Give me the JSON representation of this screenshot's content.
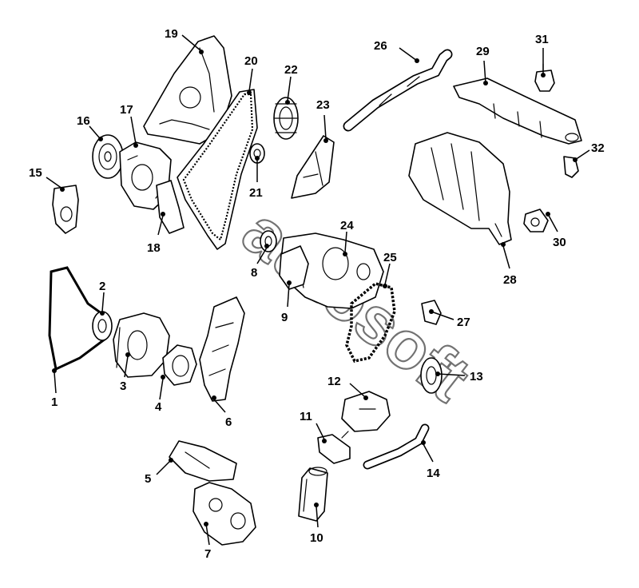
{
  "diagram": {
    "watermark": "autosoft",
    "callouts": [
      {
        "id": "1",
        "label": "1"
      },
      {
        "id": "2",
        "label": "2"
      },
      {
        "id": "3",
        "label": "3"
      },
      {
        "id": "4",
        "label": "4"
      },
      {
        "id": "5",
        "label": "5"
      },
      {
        "id": "6",
        "label": "6"
      },
      {
        "id": "7",
        "label": "7"
      },
      {
        "id": "8",
        "label": "8"
      },
      {
        "id": "9",
        "label": "9"
      },
      {
        "id": "10",
        "label": "10"
      },
      {
        "id": "11",
        "label": "11"
      },
      {
        "id": "12",
        "label": "12"
      },
      {
        "id": "13",
        "label": "13"
      },
      {
        "id": "14",
        "label": "14"
      },
      {
        "id": "15",
        "label": "15"
      },
      {
        "id": "16",
        "label": "16"
      },
      {
        "id": "17",
        "label": "17"
      },
      {
        "id": "18",
        "label": "18"
      },
      {
        "id": "19",
        "label": "19"
      },
      {
        "id": "20",
        "label": "20"
      },
      {
        "id": "21",
        "label": "21"
      },
      {
        "id": "22",
        "label": "22"
      },
      {
        "id": "23",
        "label": "23"
      },
      {
        "id": "24",
        "label": "24"
      },
      {
        "id": "25",
        "label": "25"
      },
      {
        "id": "26",
        "label": "26"
      },
      {
        "id": "27",
        "label": "27"
      },
      {
        "id": "28",
        "label": "28"
      },
      {
        "id": "29",
        "label": "29"
      },
      {
        "id": "30",
        "label": "30"
      },
      {
        "id": "31",
        "label": "31"
      },
      {
        "id": "32",
        "label": "32"
      }
    ]
  }
}
